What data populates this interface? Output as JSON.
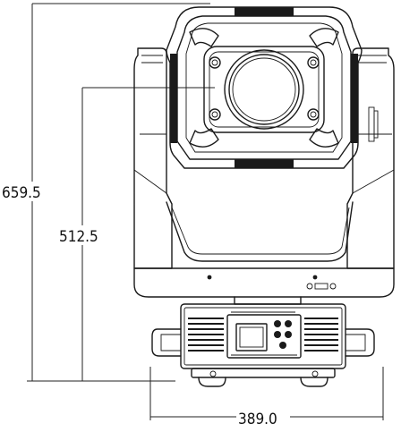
{
  "dimensions": {
    "total_height": "659.5",
    "mid_height": "512.5",
    "width": "389.0"
  }
}
